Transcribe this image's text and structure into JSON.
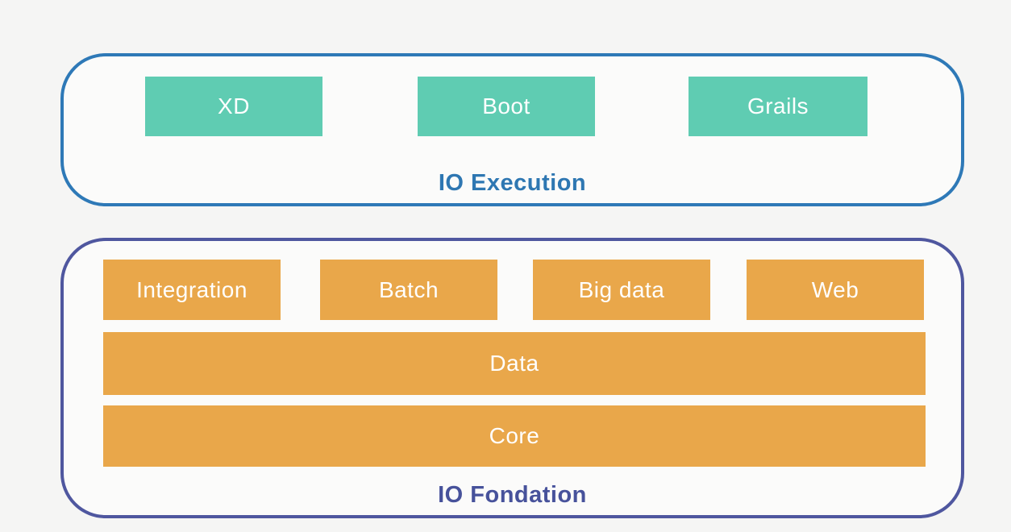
{
  "diagram": {
    "execution": {
      "label": "IO Execution",
      "boxes": {
        "xd": "XD",
        "boot": "Boot",
        "grails": "Grails"
      }
    },
    "fondation": {
      "label": "IO Fondation",
      "modules": {
        "integration": "Integration",
        "batch": "Batch",
        "bigdata": "Big data",
        "web": "Web"
      },
      "layers": {
        "data": "Data",
        "core": "Core"
      }
    },
    "colors": {
      "page-bg": "#f5f5f4",
      "teal": "#5fccb2",
      "orange": "#e9a74a",
      "execution-border": "#2e79b7",
      "execution-label": "#2e77b2",
      "fondation-border": "#4f579f",
      "fondation-label": "#47529b",
      "box-text": "#ffffff"
    }
  }
}
